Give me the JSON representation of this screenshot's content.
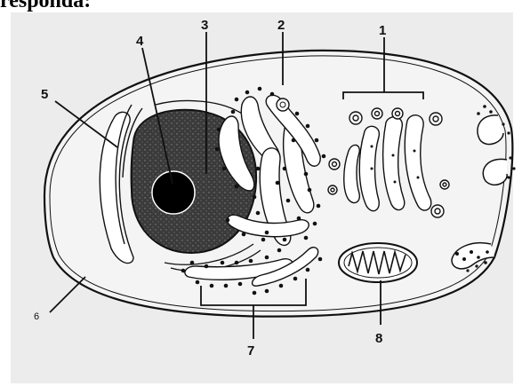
{
  "caption_fragment": "responda:",
  "colors": {
    "background": "#ececec",
    "ink": "#111111",
    "nucleus": "#2f2f2f"
  },
  "labels": {
    "l1": "1",
    "l2": "2",
    "l3": "3",
    "l4": "4",
    "l5": "5",
    "l6": "6",
    "l7": "7",
    "l8": "8"
  }
}
